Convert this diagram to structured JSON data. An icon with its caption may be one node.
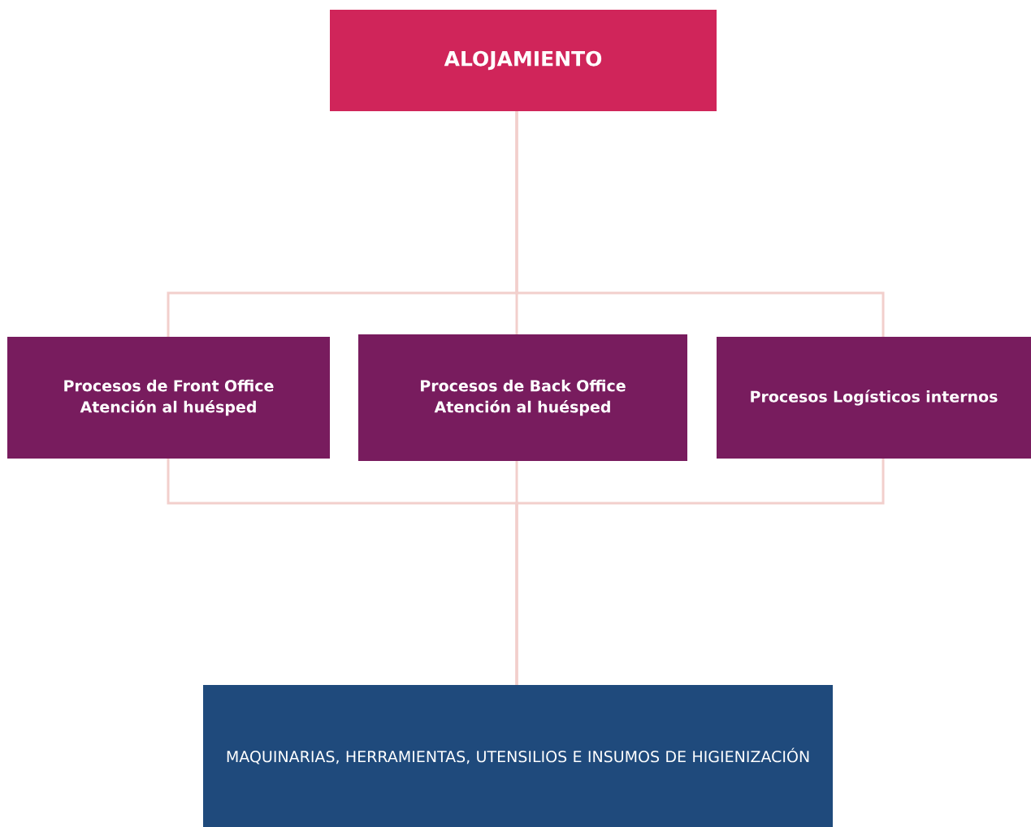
{
  "diagram": {
    "nodes": [
      {
        "text": [
          "ALOJAMIENTO"
        ]
      },
      {
        "text": [
          "Procesos de Front Office",
          "Atención al huésped"
        ]
      },
      {
        "text": [
          "Procesos de Back Office",
          "Atención al huésped"
        ]
      },
      {
        "text": [
          "Procesos Logísticos internos"
        ]
      },
      {
        "text": [
          "MAQUINARIAS, HERRAMIENTAS, UTENSILIOS E INSUMOS DE HIGIENIZACIÓN"
        ]
      }
    ],
    "edges": [
      {
        "from": 0,
        "to": 1,
        "arrow": "none"
      },
      {
        "from": 0,
        "to": 2,
        "arrow": "none"
      },
      {
        "from": 0,
        "to": 3,
        "arrow": "none"
      },
      {
        "from": 1,
        "to": 4,
        "arrow": "none"
      },
      {
        "from": 2,
        "to": 4,
        "arrow": "none"
      },
      {
        "from": 3,
        "to": 4,
        "arrow": "none"
      }
    ]
  }
}
